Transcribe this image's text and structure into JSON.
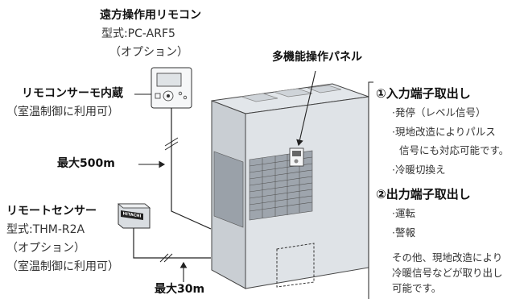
{
  "remote_controller": {
    "title": "遠方操作用リモコン",
    "model": "型式:PC-ARF5",
    "option": "（オプション）"
  },
  "panel_label": "多機能操作パネル",
  "thermo_label": {
    "title": "リモコンサーモ内蔵",
    "note": "（室温制御に利用可）"
  },
  "distance_500": "最大500m",
  "remote_sensor": {
    "title": "リモートセンサー",
    "model": "型式:THM-R2A",
    "option": "（オプション）",
    "note": "（室温制御に利用可）",
    "brand": "HITACHI"
  },
  "distance_30": "最大30m",
  "input_section": {
    "title": "①入力端子取出し",
    "items": [
      "·発停（レベル信号）",
      "·現地改造によりパルス",
      "信号にも対応可能です。",
      "·冷暖切換え"
    ]
  },
  "output_section": {
    "title": "②出力端子取出し",
    "items": [
      "·運転",
      "·警報"
    ],
    "note": [
      "その他、現地改造により",
      "冷暖信号などが取り出し",
      "可能です。"
    ]
  }
}
